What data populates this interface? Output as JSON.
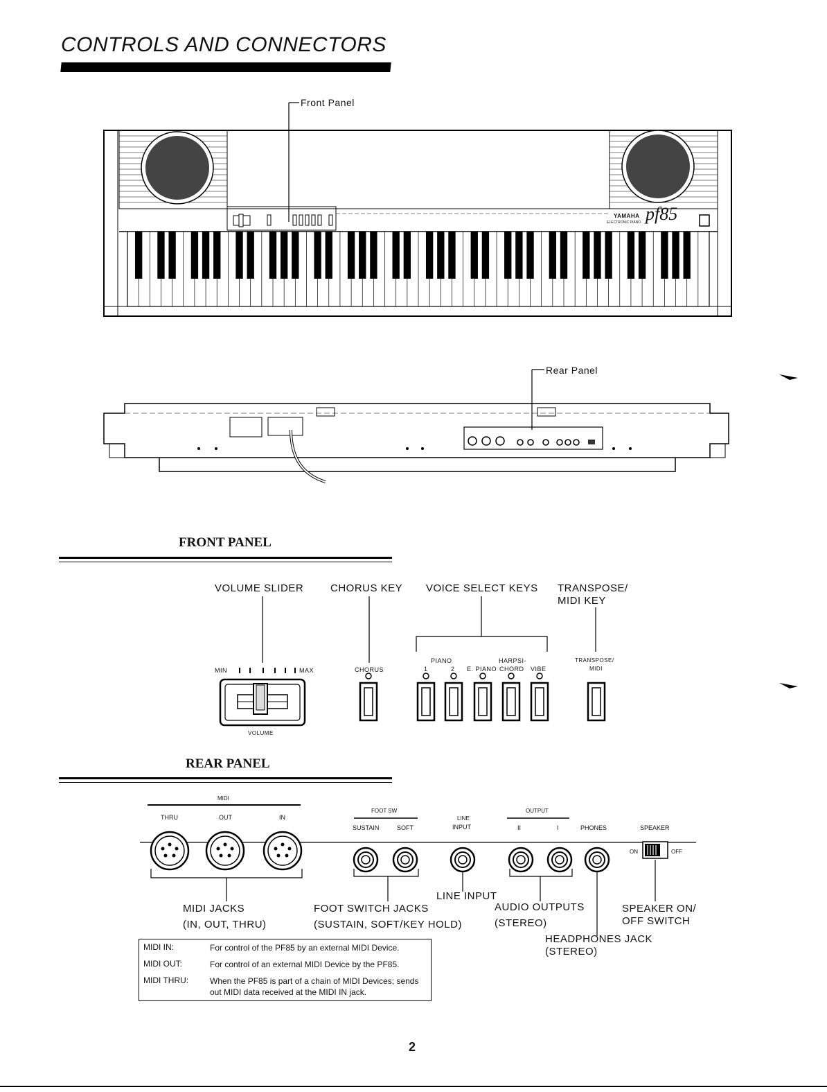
{
  "page_title": "CONTROLS AND CONNECTORS",
  "diagram_top": {
    "front_panel_callout": "Front Panel",
    "brand": "YAMAHA",
    "subbrand": "ELECTRONIC PIANO",
    "model": "pf85"
  },
  "diagram_rear": {
    "rear_panel_callout": "Rear Panel"
  },
  "front_panel": {
    "heading": "FRONT PANEL",
    "callouts": {
      "volume_slider": "VOLUME SLIDER",
      "chorus_key": "CHORUS KEY",
      "voice_select_keys": "VOICE SELECT KEYS",
      "transpose_line1": "TRANSPOSE/",
      "transpose_line2": "MIDI KEY"
    },
    "panel": {
      "min": "MIN",
      "max": "MAX",
      "volume": "VOLUME",
      "chorus": "CHORUS",
      "piano": "PIANO",
      "piano_1": "1",
      "piano_2": "2",
      "harpsi": "HARPSI-",
      "e_piano": "E. PIANO",
      "chord": "CHORD",
      "vibe": "VIBE",
      "transpose_top": "TRANSPOSE/",
      "transpose_bottom": "MIDI"
    }
  },
  "rear_panel": {
    "heading": "REAR PANEL",
    "panel": {
      "midi": "MIDI",
      "thru": "THRU",
      "out": "OUT",
      "in": "IN",
      "foot_sw": "FOOT SW",
      "sustain": "SUSTAIN",
      "soft": "SOFT",
      "line_input_line1": "LINE",
      "line_input_line2": "INPUT",
      "output": "OUTPUT",
      "output_2": "II",
      "output_1": "I",
      "phones": "PHONES",
      "speaker": "SPEAKER",
      "on": "ON",
      "off": "OFF"
    },
    "callouts": {
      "midi_jacks_1": "MIDI JACKS",
      "midi_jacks_2": "(IN, OUT, THRU)",
      "foot_switch_1": "FOOT SWITCH JACKS",
      "foot_switch_2": "(SUSTAIN, SOFT/KEY HOLD)",
      "line_input": "LINE INPUT",
      "audio_outputs_1": "AUDIO OUTPUTS",
      "audio_outputs_2": "(STEREO)",
      "headphones_1": "HEADPHONES JACK",
      "headphones_2": "(STEREO)",
      "speaker_1": "SPEAKER ON/",
      "speaker_2": "OFF SWITCH"
    },
    "midi_table": [
      {
        "term": "MIDI IN:",
        "desc": "For control of the PF85 by an external MIDI Device."
      },
      {
        "term": "MIDI OUT:",
        "desc": "For control of an external MIDI Device by the PF85."
      },
      {
        "term": "MIDI THRU:",
        "desc": "When the PF85 is part of a chain of MIDI Devices; sends out MIDI data received at the MIDI IN jack."
      }
    ]
  },
  "page_number": "2"
}
